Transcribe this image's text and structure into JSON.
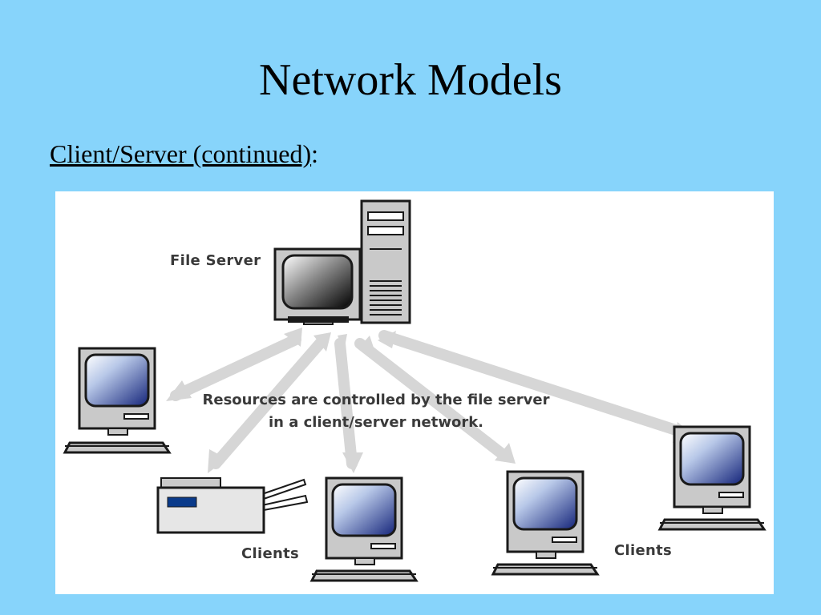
{
  "slide": {
    "title": "Network Models",
    "subtitle_underlined": "Client/Server (continued)",
    "subtitle_suffix": ":"
  },
  "diagram": {
    "file_server_label": "File Server",
    "caption_line1": "Resources are controlled by the file server",
    "caption_line2": "in a client/server network.",
    "clients_label_left": "Clients",
    "clients_label_right": "Clients"
  },
  "colors": {
    "background": "#87d4fb",
    "panel": "#ffffff",
    "device_gray": "#c9c9c9",
    "outline": "#1a1a1a",
    "arrow_gray": "#d6d6d6",
    "screen_blue": "#1a2a80",
    "printer_slot": "#0a3a8a"
  }
}
